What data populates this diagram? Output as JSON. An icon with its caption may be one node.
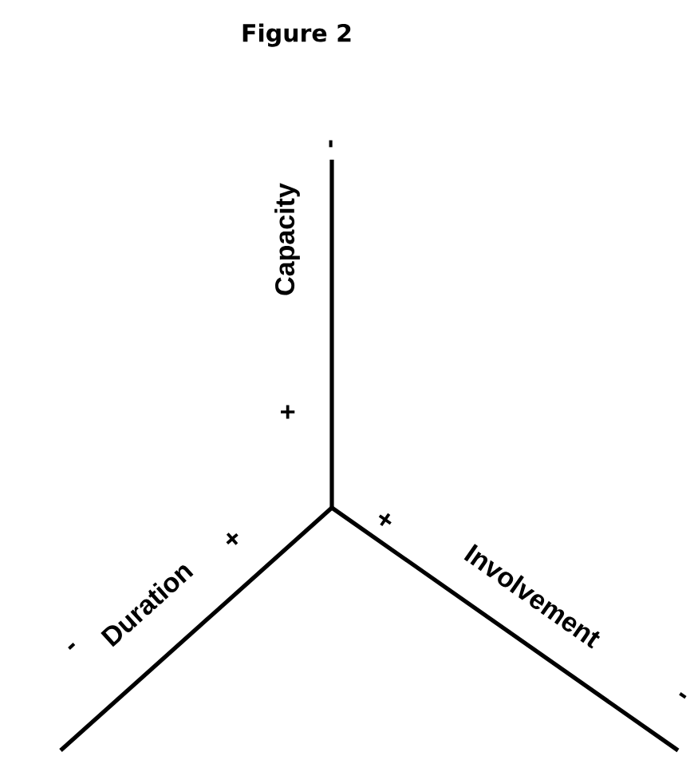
{
  "diagram": {
    "title": "Figure 2",
    "labels": [
      "-",
      "Capacity",
      "+",
      "Duration",
      "+",
      "-",
      "+",
      "Involvement",
      "-"
    ]
  }
}
